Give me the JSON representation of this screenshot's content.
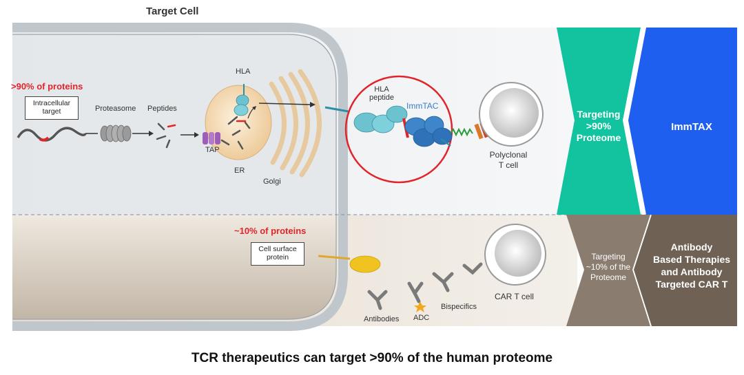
{
  "title": "Target Cell",
  "caption": "TCR therapeutics can target >90% of the human proteome",
  "top": {
    "headline": ">90% of proteins",
    "box_line1": "Intracellular",
    "box_line2": "target",
    "proteasome": "Proteasome",
    "peptides": "Peptides",
    "tap": "TAP",
    "hla": "HLA",
    "er": "ER",
    "golgi": "Golgi",
    "hla_peptide_line1": "HLA",
    "hla_peptide_line2": "peptide",
    "immtac": "ImmTAC",
    "tcell_line1": "Polyclonal",
    "tcell_line2": "T cell",
    "chevron_line1": "Targeting",
    "chevron_line2": ">90%",
    "chevron_line3": "Proteome",
    "brand": "ImmTAX"
  },
  "bottom": {
    "headline": "~10% of proteins",
    "box_line1": "Cell surface",
    "box_line2": "protein",
    "antibodies": "Antibodies",
    "adc": "ADC",
    "bispecifics": "Bispecifics",
    "cart": "CAR T cell",
    "chevron_line1": "Targeting",
    "chevron_line2": "~10% of the",
    "chevron_line3": "Proteome",
    "right_line1": "Antibody",
    "right_line2": "Based Therapies",
    "right_line3": "and Antibody",
    "right_line4": "Targeted CAR T"
  },
  "colors": {
    "teal": "#11c39e",
    "blue": "#1f5ff0",
    "taupe_light": "#8a7d70",
    "taupe_dark": "#6f6254",
    "red": "#e0242a",
    "immtac_blue": "#3a7cc8"
  }
}
